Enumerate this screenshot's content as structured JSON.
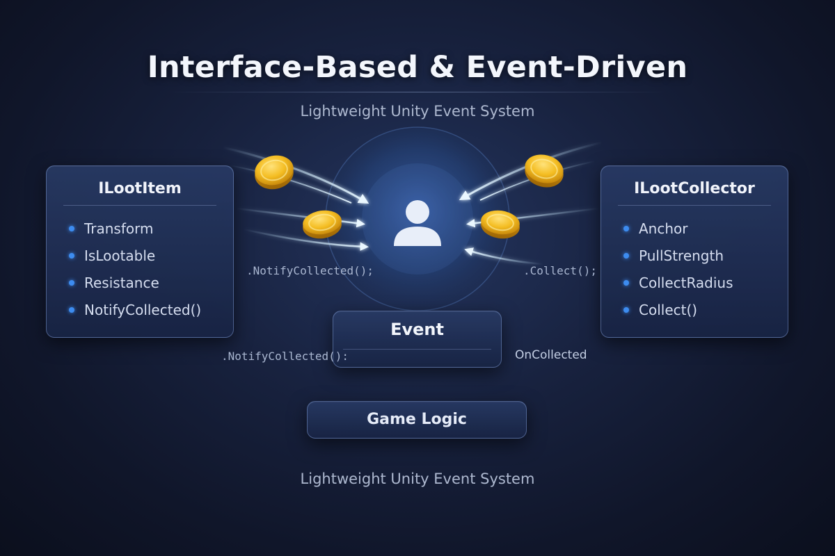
{
  "title": "Interface-Based & Event-Driven",
  "subtitle": "Lightweight Unity Event System",
  "footer": "Lightweight Unity Event System",
  "left_panel": {
    "title": "ILootItem",
    "items": [
      "Transform",
      "IsLootable",
      "Resistance",
      "NotifyCollected()"
    ]
  },
  "right_panel": {
    "title": "ILootCollector",
    "items": [
      "Anchor",
      "PullStrength",
      "CollectRadius",
      "Collect()"
    ]
  },
  "center": {
    "icon": "user-icon"
  },
  "event_box": {
    "title": "Event"
  },
  "logic_box": {
    "title": "Game Logic"
  },
  "labels": {
    "notify_upper": ".NotifyCollected();",
    "collect_upper": ".Collect();",
    "notify_lower": ".NotifyCollected():",
    "on_collected": "OnCollected"
  },
  "colors": {
    "accent_blue": "#3d8cf0",
    "arrow": "#9fdcff",
    "coin": "#f2b81d",
    "background": "#141c33"
  }
}
